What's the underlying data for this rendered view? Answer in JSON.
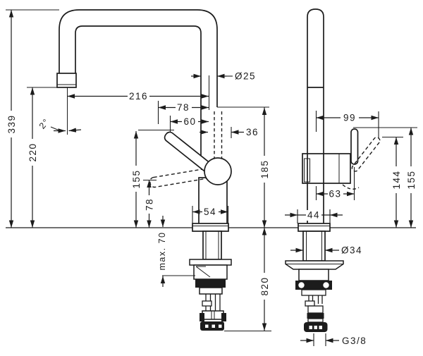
{
  "drawing": {
    "type": "faucet-installation-dimension-drawing",
    "background_color": "#ffffff",
    "line_color": "#1c1c1c"
  },
  "dims": {
    "front": {
      "overall_height": "339",
      "outlet_height": "220",
      "spout_reach": "216",
      "swivel_angle": "2°",
      "handle_reach": "78",
      "handle_width": "60",
      "spout_diameter": "Ø25",
      "body_offset": "36",
      "body_top_height": "185",
      "handle_top_height": "155",
      "handle_low_height": "78",
      "base_diameter": "54",
      "max_mounting_thickness": "max. 70",
      "hose_length": "820"
    },
    "side": {
      "handle_reach": "99",
      "handle_offset": "63",
      "base_width": "44",
      "handle_tip_height": "144",
      "handle_top_height": "155",
      "shank_diameter": "Ø34",
      "connection_thread": "G3/8"
    }
  }
}
